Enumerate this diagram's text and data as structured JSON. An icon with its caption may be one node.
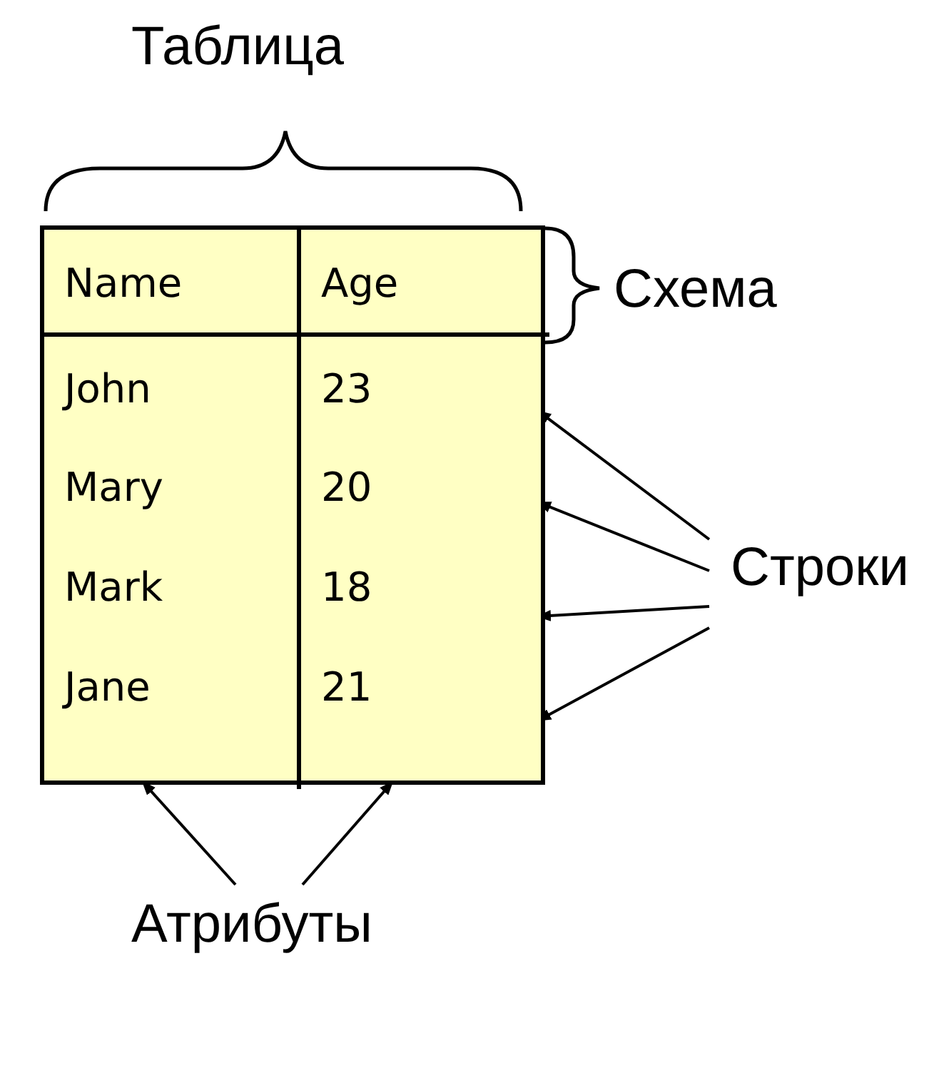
{
  "diagram": {
    "nodes": [
      {
        "text": [],
        "shape": "box"
      },
      {
        "text": [
          "Name",
          "Age"
        ],
        "in": 0
      },
      {
        "text": [
          "John",
          "23"
        ],
        "in": 0
      },
      {
        "text": [
          "Mary",
          "20"
        ],
        "in": 0
      },
      {
        "text": [
          "Mark",
          "18"
        ],
        "in": 0
      },
      {
        "text": [
          "Jane",
          "21"
        ],
        "in": 0
      },
      {
        "text": [
          "Строки"
        ]
      },
      {
        "text": [
          "Атрибуты"
        ]
      }
    ],
    "edges": [
      {
        "from": 6,
        "to": 2,
        "arrow": "to"
      },
      {
        "from": 6,
        "to": 3,
        "arrow": "to"
      },
      {
        "from": 6,
        "to": 4,
        "arrow": "to"
      },
      {
        "from": 6,
        "to": 5,
        "arrow": "to"
      },
      {
        "from": 7,
        "to": 0,
        "arrow": "to"
      },
      {
        "from": 7,
        "to": 0,
        "arrow": "to"
      }
    ],
    "labels": [
      "Таблица",
      "Схема"
    ]
  }
}
